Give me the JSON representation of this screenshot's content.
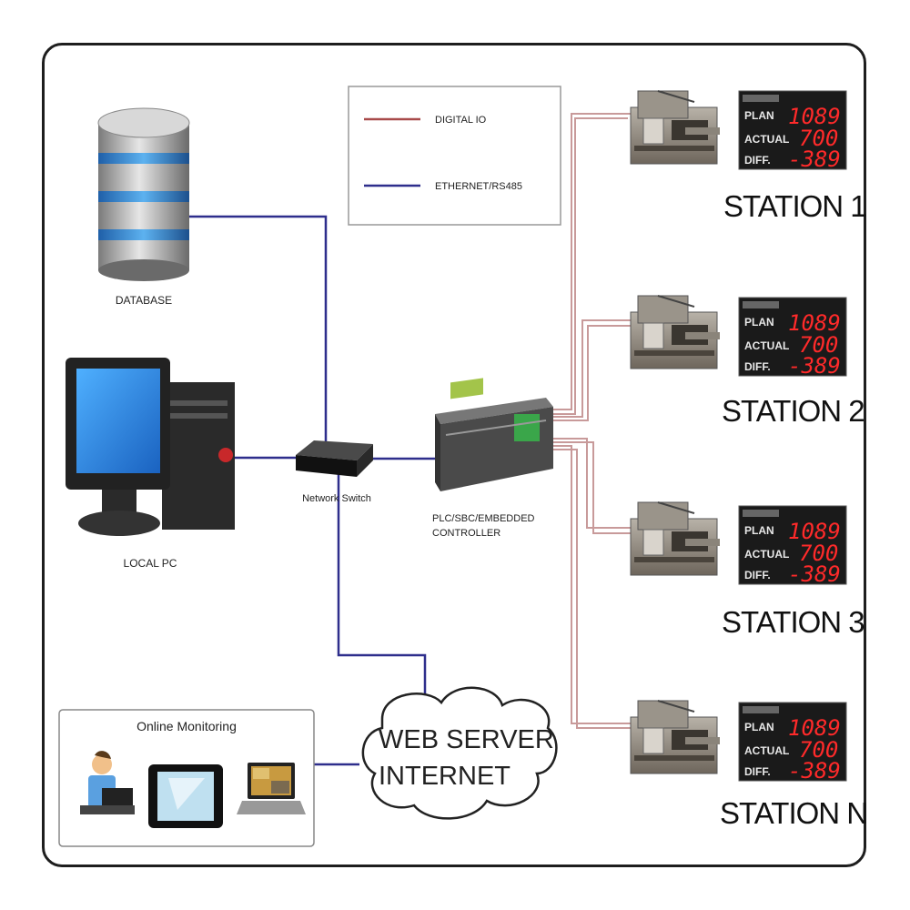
{
  "legend": {
    "digital_io": "DIGITAL IO",
    "ethernet": "ETHERNET/RS485"
  },
  "labels": {
    "database": "DATABASE",
    "local_pc": "LOCAL PC",
    "network_switch": "Network Switch",
    "controller_line1": "PLC/SBC/EMBEDDED",
    "controller_line2": "CONTROLLER",
    "web_server_line1": "WEB SERVER",
    "web_server_line2": "INTERNET",
    "online_monitoring": "Online Monitoring"
  },
  "board": {
    "plan_label": "PLAN",
    "actual_label": "ACTUAL",
    "diff_label": "DIFF.",
    "plan_value": "1089",
    "actual_value": "700",
    "diff_value": "-389"
  },
  "stations": [
    {
      "name": "STATION 1"
    },
    {
      "name": "STATION 2"
    },
    {
      "name": "STATION 3"
    },
    {
      "name": "STATION N"
    }
  ],
  "colors": {
    "digital_io": "#a84a4a",
    "ethernet": "#2e2e8c",
    "board_bg": "#1a1a1a",
    "board_digits": "#ff2a2a"
  }
}
